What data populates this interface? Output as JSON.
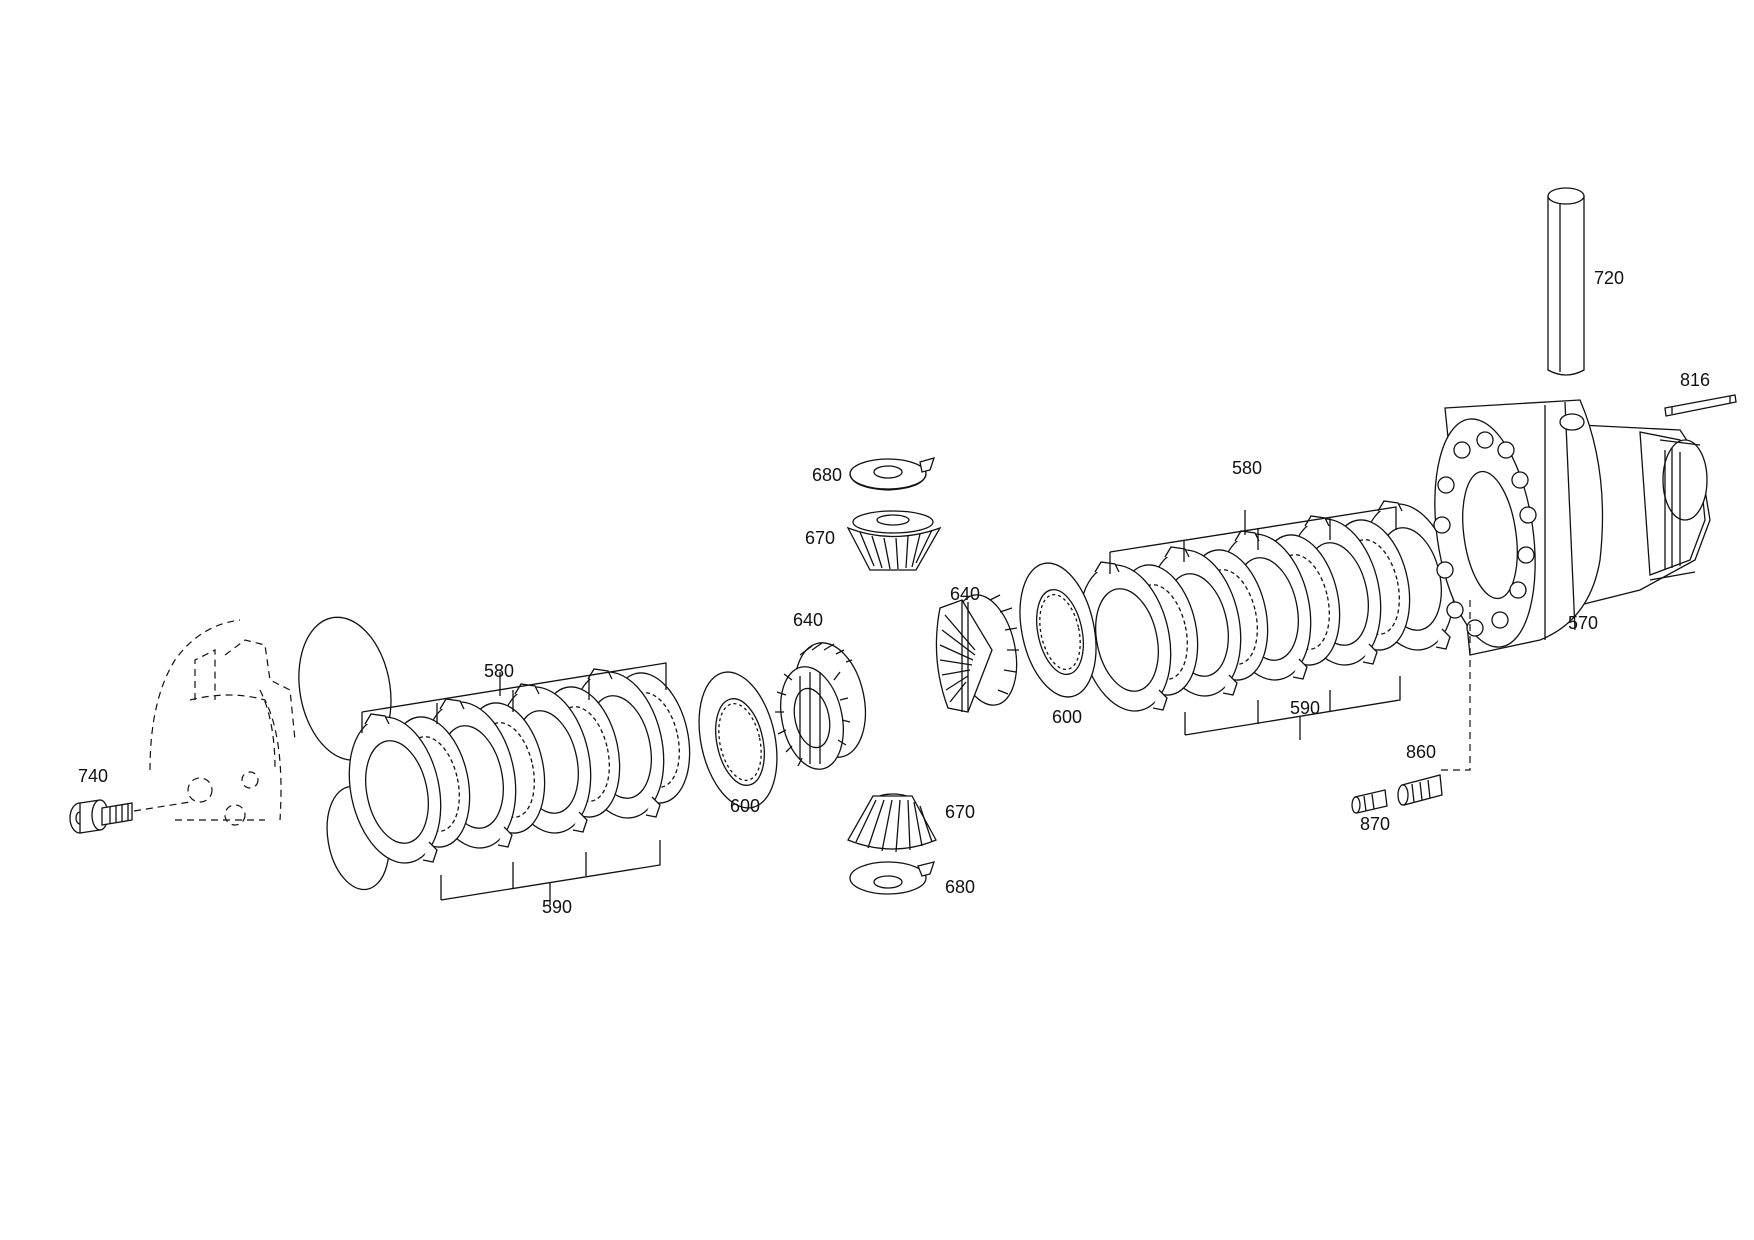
{
  "callouts": {
    "c740": "740",
    "c580_left": "580",
    "c590_left": "590",
    "c600_left": "600",
    "c640_left": "640",
    "c680_top": "680",
    "c670_top": "670",
    "c670_bottom": "670",
    "c680_bottom": "680",
    "c640_right": "640",
    "c600_right": "600",
    "c580_right": "580",
    "c590_right": "590",
    "c570": "570",
    "c720": "720",
    "c816": "816",
    "c860": "860",
    "c870": "870"
  }
}
